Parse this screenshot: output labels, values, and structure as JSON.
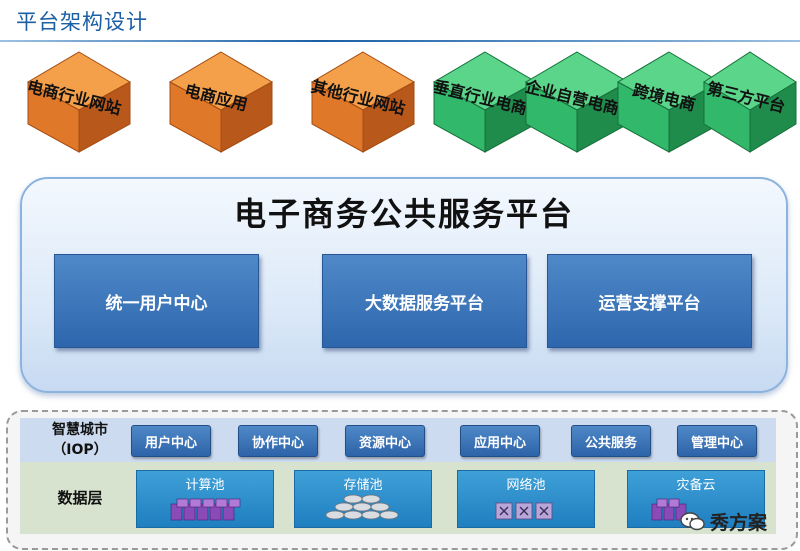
{
  "header": {
    "title": "平台架构设计"
  },
  "cubes": [
    {
      "label": "电商行业网站",
      "color": "orange"
    },
    {
      "label": "电商应用",
      "color": "orange"
    },
    {
      "label": "其他行业网站",
      "color": "orange"
    },
    {
      "label": "垂直行业电商",
      "color": "green"
    },
    {
      "label": "企业自营电商",
      "color": "green"
    },
    {
      "label": "跨境电商",
      "color": "green"
    },
    {
      "label": "第三方平台",
      "color": "green"
    }
  ],
  "colors": {
    "orange_top": "#f4a04a",
    "orange_left": "#e0782a",
    "orange_right": "#b9581b",
    "green_top": "#5ad58a",
    "green_left": "#32b86a",
    "green_right": "#1f8c4c"
  },
  "platform": {
    "title": "电子商务公共服务平台",
    "services": [
      "统一用户中心",
      "大数据服务平台",
      "运营支撑平台"
    ]
  },
  "iop": {
    "label_line1": "智慧城市",
    "label_line2": "（IOP）",
    "buttons": [
      "用户中心",
      "协作中心",
      "资源中心",
      "应用中心",
      "公共服务",
      "管理中心"
    ]
  },
  "data_layer": {
    "label": "数据层",
    "pools": [
      {
        "label": "计算池",
        "icon": "server-rack-icon"
      },
      {
        "label": "存储池",
        "icon": "database-icon"
      },
      {
        "label": "网络池",
        "icon": "network-switch-icon"
      },
      {
        "label": "灾备云",
        "icon": "server-rack-icon"
      }
    ]
  },
  "watermark": {
    "text": "秀方案"
  }
}
